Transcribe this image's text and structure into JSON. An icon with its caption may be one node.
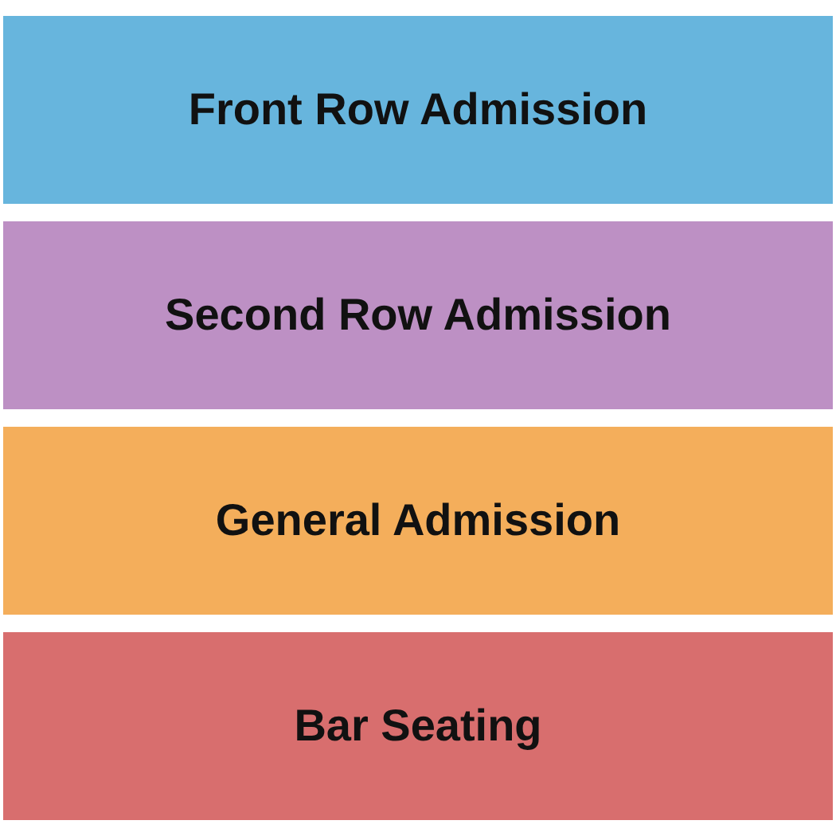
{
  "diagram": {
    "nodes": [
      {
        "text": [
          "Front Row Admission"
        ]
      },
      {
        "text": [
          "Second Row Admission"
        ]
      },
      {
        "text": [
          "General Admission"
        ]
      },
      {
        "text": [
          "Bar Seating"
        ]
      }
    ]
  }
}
